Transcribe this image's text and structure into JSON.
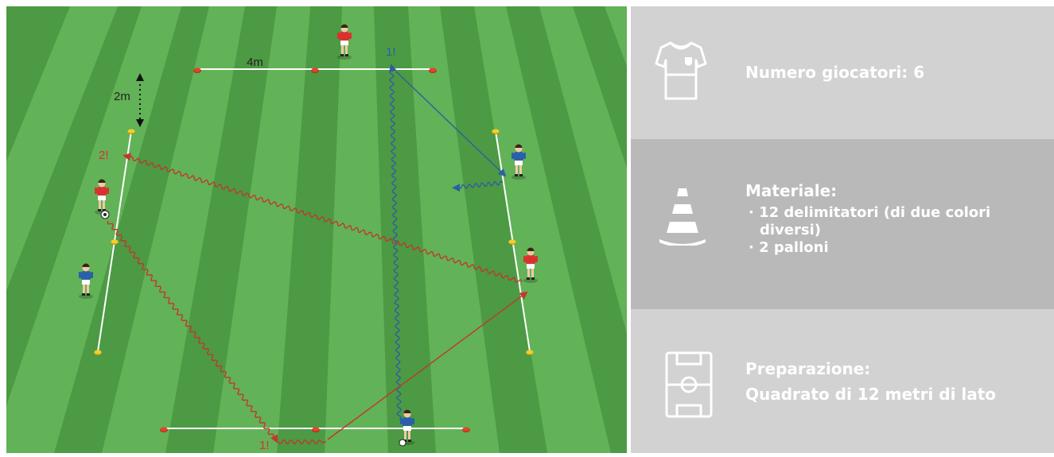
{
  "diagram": {
    "labels": {
      "distance_top": "4m",
      "distance_side": "2m",
      "pass_top": "1!",
      "pass_left": "2!",
      "pass_bottom": "1!"
    }
  },
  "info": {
    "players": {
      "text": "Numero giocatori: 6",
      "icon": "jersey-icon"
    },
    "material": {
      "title": "Materiale:",
      "items": [
        "· 12 delimitatori (di due colori",
        "diversi)",
        "· 2 palloni"
      ],
      "icon": "cone-icon"
    },
    "setup": {
      "title": "Preparazione:",
      "text": "Quadrato di 12 metri di lato",
      "icon": "field-icon"
    }
  },
  "colors": {
    "grass_dark": "#4c9a43",
    "grass_light": "#62b257",
    "red_team": "#d9322e",
    "blue_team": "#2a60a8",
    "dribble_red": "#c0392b",
    "dribble_blue": "#2f5fa0",
    "cone_orange": "#e0452a",
    "cone_yellow": "#f1cf2a",
    "panel_light": "#d2d2d2",
    "panel_dark": "#b9b9b9"
  }
}
